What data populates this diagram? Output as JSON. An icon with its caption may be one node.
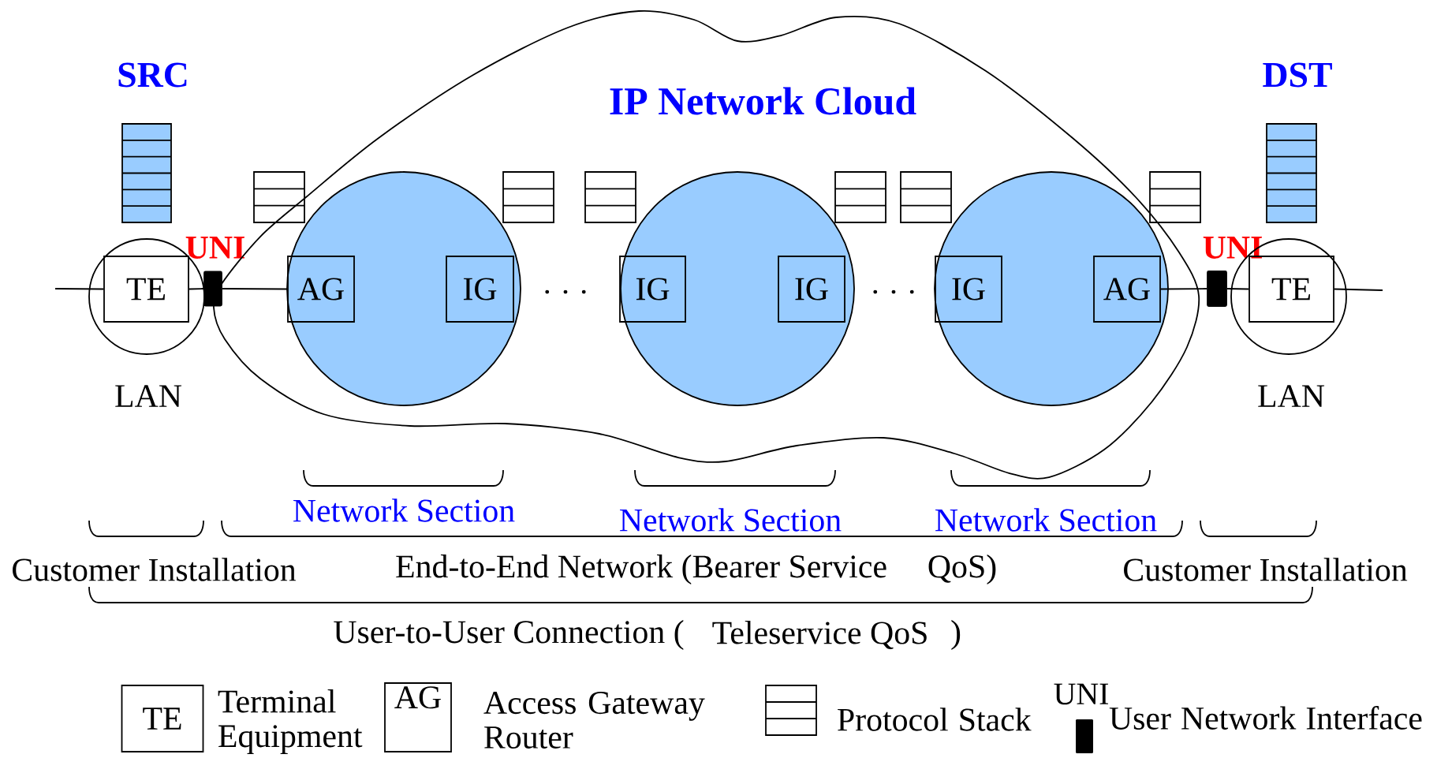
{
  "diagram": {
    "nodes": [
      {
        "text": [
          "LAN"
        ]
      },
      {
        "text": [
          "TE"
        ],
        "in": 0
      },
      {
        "text": [
          "UNI"
        ]
      },
      {
        "text": [
          "IP Network Cloud"
        ]
      },
      {
        "text": [],
        "shape": "circle",
        "in": 3
      },
      {
        "text": [
          "AG"
        ],
        "in": 4
      },
      {
        "text": [
          "IG"
        ],
        "in": 4
      },
      {
        "text": [],
        "shape": "circle",
        "in": 3
      },
      {
        "text": [
          "IG"
        ],
        "in": 7
      },
      {
        "text": [
          "IG"
        ],
        "in": 7
      },
      {
        "text": [],
        "shape": "circle",
        "in": 3
      },
      {
        "text": [
          "IG"
        ],
        "in": 10
      },
      {
        "text": [
          "AG"
        ],
        "in": 10
      },
      {
        "text": [
          "UNI"
        ]
      },
      {
        "text": [
          "LAN"
        ]
      },
      {
        "text": [
          "TE"
        ],
        "in": 14
      }
    ],
    "edges": [
      {
        "from": null,
        "to": 1,
        "arrow": "none"
      },
      {
        "from": 1,
        "to": 2,
        "arrow": "none"
      },
      {
        "from": 2,
        "to": 5,
        "arrow": "none"
      },
      {
        "from": 12,
        "to": 13,
        "arrow": "none"
      },
      {
        "from": 13,
        "to": 15,
        "arrow": "none"
      },
      {
        "from": 15,
        "to": null,
        "arrow": "none"
      }
    ],
    "labels": [
      "SRC",
      "DST",
      ". . .",
      ". . .",
      "Network Section",
      "Network Section",
      "Network Section",
      "Customer Installation",
      "End-to-End Network (Bearer Service",
      "QoS)",
      "Customer Installation",
      "User-to-User Connection (",
      "Teleservice QoS",
      ")",
      "TE",
      "AG",
      "UNI"
    ],
    "legend": [
      {
        "text": "Terminal Equipment"
      },
      {
        "text": "Access Gateway Router"
      },
      {
        "text": "Protocol Stack"
      },
      {
        "text": "User Network Interface"
      }
    ]
  }
}
